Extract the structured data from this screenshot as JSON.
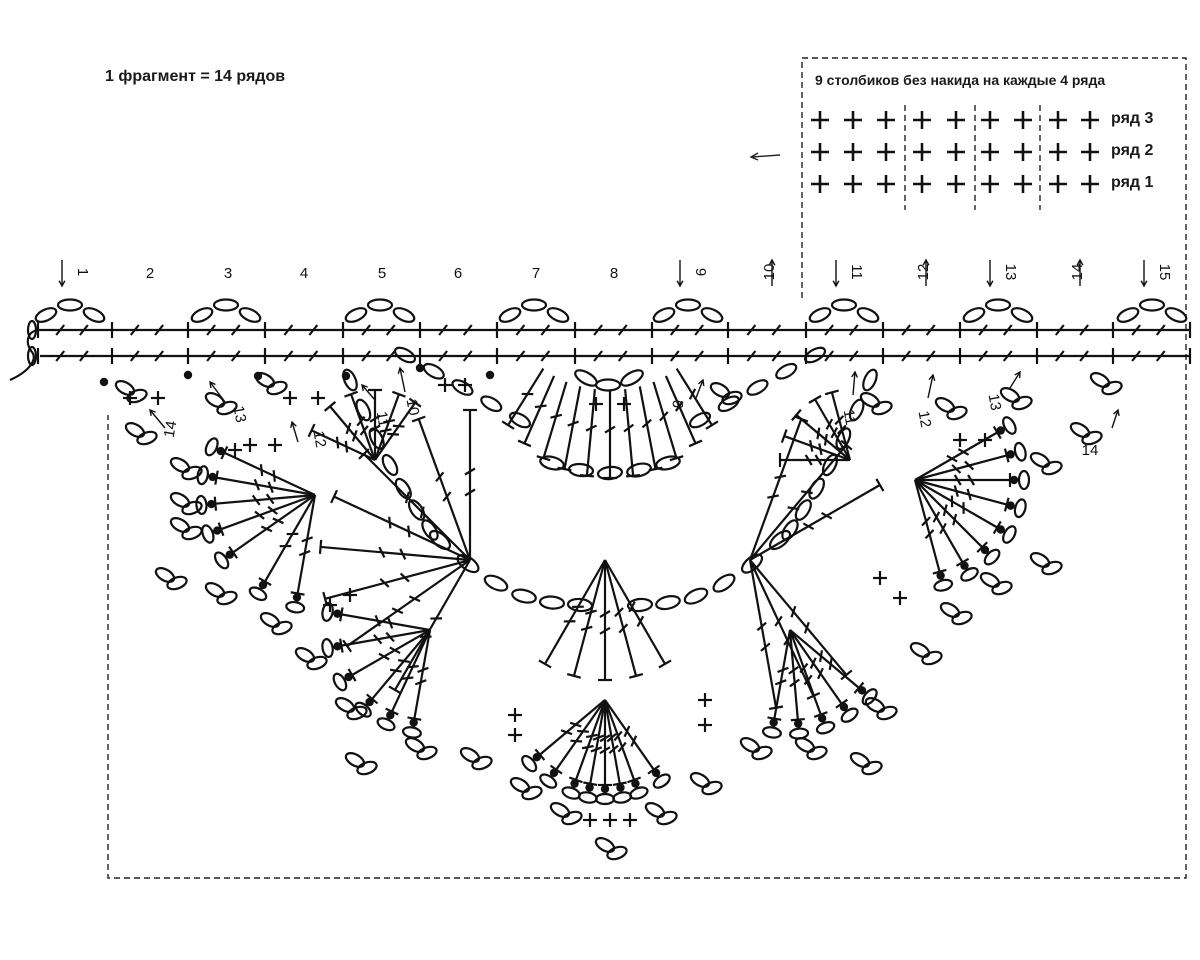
{
  "title": "1 фрагмент = 14 рядов",
  "legend": {
    "title": "9 столбиков без накида на каждые 4 ряда",
    "rows": [
      "ряд 3",
      "ряд 2",
      "ряд 1"
    ]
  },
  "column_numbers": [
    "1",
    "2",
    "3",
    "4",
    "5",
    "6",
    "7",
    "8",
    "9",
    "10",
    "11",
    "12",
    "13",
    "14",
    "15"
  ],
  "row_labels": [
    "14",
    "13",
    "12",
    "11",
    "10",
    "9",
    "11",
    "12",
    "13",
    "14"
  ]
}
